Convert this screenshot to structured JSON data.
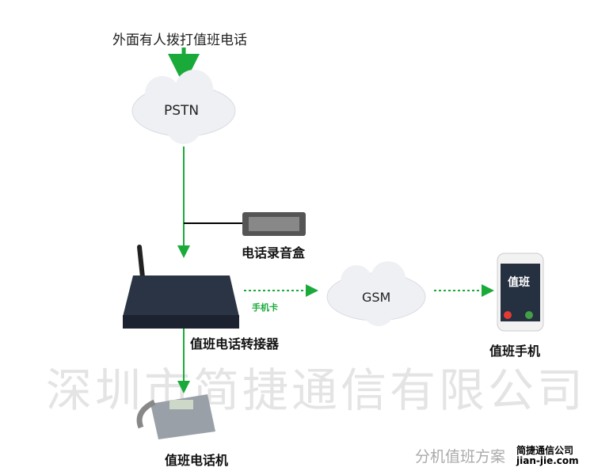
{
  "top_caption": "外面有人拨打值班电话",
  "pstn_label": "PSTN",
  "gsm_label": "GSM",
  "recorder_label": "电话录音盒",
  "adapter_label": "值班电话转接器",
  "sim_label": "手机卡",
  "mobile_label": "值班手机",
  "mobile_screen_text": "值班",
  "deskphone_label": "值班电话机",
  "watermark": "深圳市简捷通信有限公司",
  "scheme_caption": "分机值班方案",
  "logo": {
    "name": "简捷通信公司",
    "url": "jian-jie.com"
  },
  "colors": {
    "line": "#1aaa3a",
    "cloud": "#eef0f3",
    "router": "#2b3445"
  }
}
